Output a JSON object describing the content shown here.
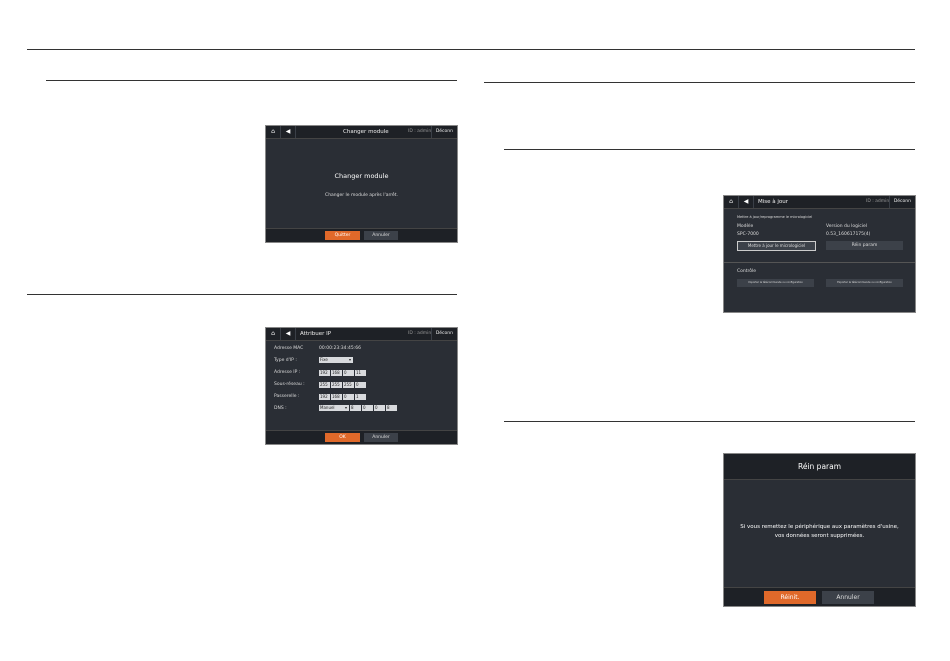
{
  "screen1": {
    "title": "Changer module",
    "id_label": "ID : admin",
    "logout": "Déconn",
    "heading": "Changer module",
    "message": "Changer le module après l'arrêt.",
    "ok": "Quitter",
    "cancel": "Annuler"
  },
  "screen2": {
    "title": "Attribuer IP",
    "id_label": "ID : admin",
    "logout": "Déconn",
    "rows": {
      "mac": {
        "label": "Adresse MAC",
        "value": "00:00:23:34:45:66"
      },
      "type": {
        "label": "Type d'IP :",
        "value": "Fixe"
      },
      "ip": {
        "label": "Adresse IP :",
        "octets": [
          "192",
          "168",
          "0",
          "11"
        ]
      },
      "subnet": {
        "label": "Sous-réseau :",
        "octets": [
          "255",
          "255",
          "255",
          "0"
        ]
      },
      "gateway": {
        "label": "Passerelle :",
        "octets": [
          "192",
          "168",
          "0",
          "1"
        ]
      },
      "dns": {
        "label": "DNS :",
        "mode": "Manuel",
        "octets": [
          "8",
          "0",
          "0",
          "8"
        ]
      }
    },
    "ok": "OK",
    "cancel": "Annuler"
  },
  "screen3": {
    "title": "Mise à jour",
    "id_label": "ID : admin",
    "logout": "Déconn",
    "section_title": "Mettre à jour/reprogramme le micrologiciel",
    "model_label": "Modèle",
    "model_value": "SPC-7000",
    "version_label": "Version du logiciel",
    "version_value": "0.53_160617175(4)",
    "update_button": "Mettre à jour le micrologiciel",
    "reset_button": "Réin param",
    "control_label": "Contrôle",
    "import_button": "Importer la télécommande ou configuration",
    "export_button": "Exporter la télécommande ou configuration"
  },
  "screen4": {
    "title": "Réin param",
    "message_line1": "Si vous remettez le périphérique aux paramètres d'usine,",
    "message_line2": "vos données seront supprimées.",
    "ok": "Réinit.",
    "cancel": "Annuler"
  }
}
